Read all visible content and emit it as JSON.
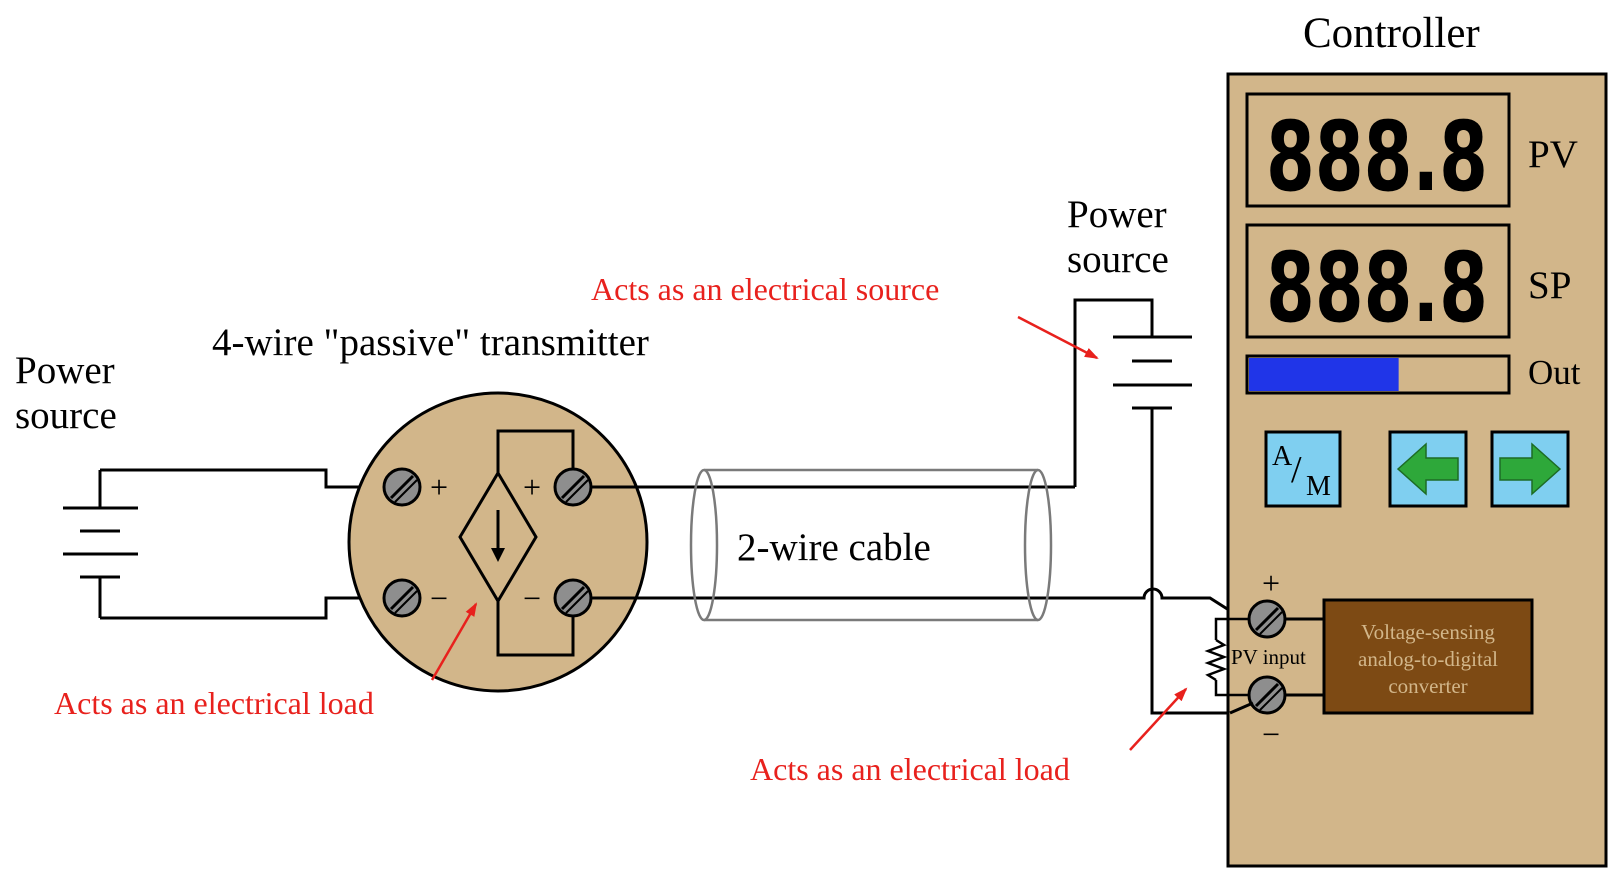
{
  "colors": {
    "body_tan": "#d2b68a",
    "line": "#000000",
    "annotation_red": "#e8211d",
    "terminal_gray": "#8e8e8e",
    "button_blue": "#7fcff0",
    "arrow_green": "#2ea83a",
    "bar_blue": "#2035e8",
    "adc_brown": "#7d4a14",
    "cable_gray": "#7a7a7a"
  },
  "labels": {
    "left_power_line1": "Power",
    "left_power_line2": "source",
    "transmitter_title": "4-wire \"passive\" transmitter",
    "cable_label": "2-wire cable",
    "right_power_line1": "Power",
    "right_power_line2": "source",
    "controller_title": "Controller",
    "plus": "+",
    "minus": "−"
  },
  "annotations": {
    "source_note": "Acts as an electrical source",
    "transmitter_load_note": "Acts as an electrical load",
    "controller_load_note": "Acts as an electrical load"
  },
  "controller": {
    "pv_display": "888.8",
    "sp_display": "888.8",
    "pv_label": "PV",
    "sp_label": "SP",
    "out_label": "Out",
    "out_fraction": 0.58,
    "am_button_a": "A",
    "am_button_slash": "/",
    "am_button_m": "M",
    "left_arrow_icon": "left-arrow-icon",
    "right_arrow_icon": "right-arrow-icon",
    "pv_input_label": "PV input",
    "input_plus": "+",
    "input_minus": "−",
    "adc_line1": "Voltage-sensing",
    "adc_line2": "analog-to-digital",
    "adc_line3": "converter"
  }
}
